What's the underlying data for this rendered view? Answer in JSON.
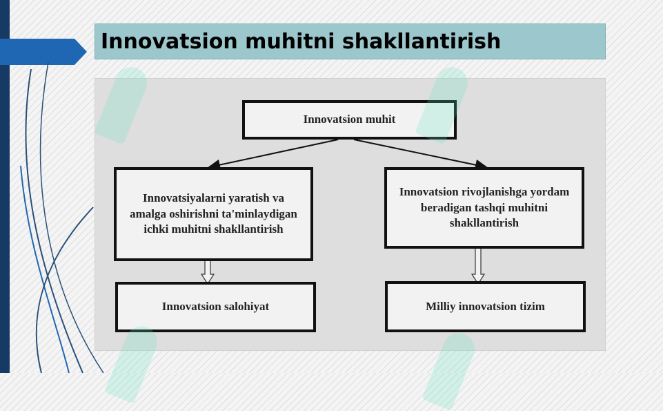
{
  "slide": {
    "title": "Innovatsion muhitni shakllantirish"
  },
  "diagram": {
    "nodes": {
      "root": "Innovatsion muhit",
      "left": "Innovatsiyalarni yaratish va amalga oshirishni ta'minlaydigan ichki muhitni shakllantirish",
      "right": "Innovatsion rivojlanishga yordam beradigan tashqi muhitni shakllantirish",
      "left_result": "Innovatsion salohiyat",
      "right_result": "Milliy innovatsion tizim"
    },
    "edges": [
      {
        "from": "root",
        "to": "left",
        "style": "arrow"
      },
      {
        "from": "root",
        "to": "right",
        "style": "arrow"
      },
      {
        "from": "left",
        "to": "left_result",
        "style": "double-arrow"
      },
      {
        "from": "right",
        "to": "right_result",
        "style": "double-arrow"
      }
    ]
  },
  "colors": {
    "left_bar": "#163a63",
    "accent_arrow": "#1f67b3",
    "title_background": "#9cc7cc",
    "panel_background": "#dedede",
    "watermark": "#5fe3bd"
  }
}
